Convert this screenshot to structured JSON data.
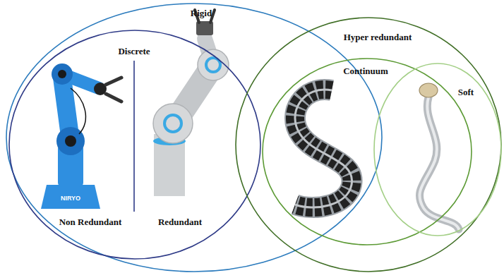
{
  "diagram": {
    "nodes": [
      {
        "text": [
          "Rigid"
        ]
      },
      {
        "text": [
          "Discrete"
        ],
        "in": 0
      },
      {
        "text": [
          "Hyper redundant"
        ]
      },
      {
        "text": [
          "Continuum"
        ],
        "in": 2
      },
      {
        "text": [
          "Soft"
        ],
        "in": 3
      }
    ],
    "labels": [
      "Non Redundant",
      "Redundant",
      "NIRYO"
    ]
  }
}
